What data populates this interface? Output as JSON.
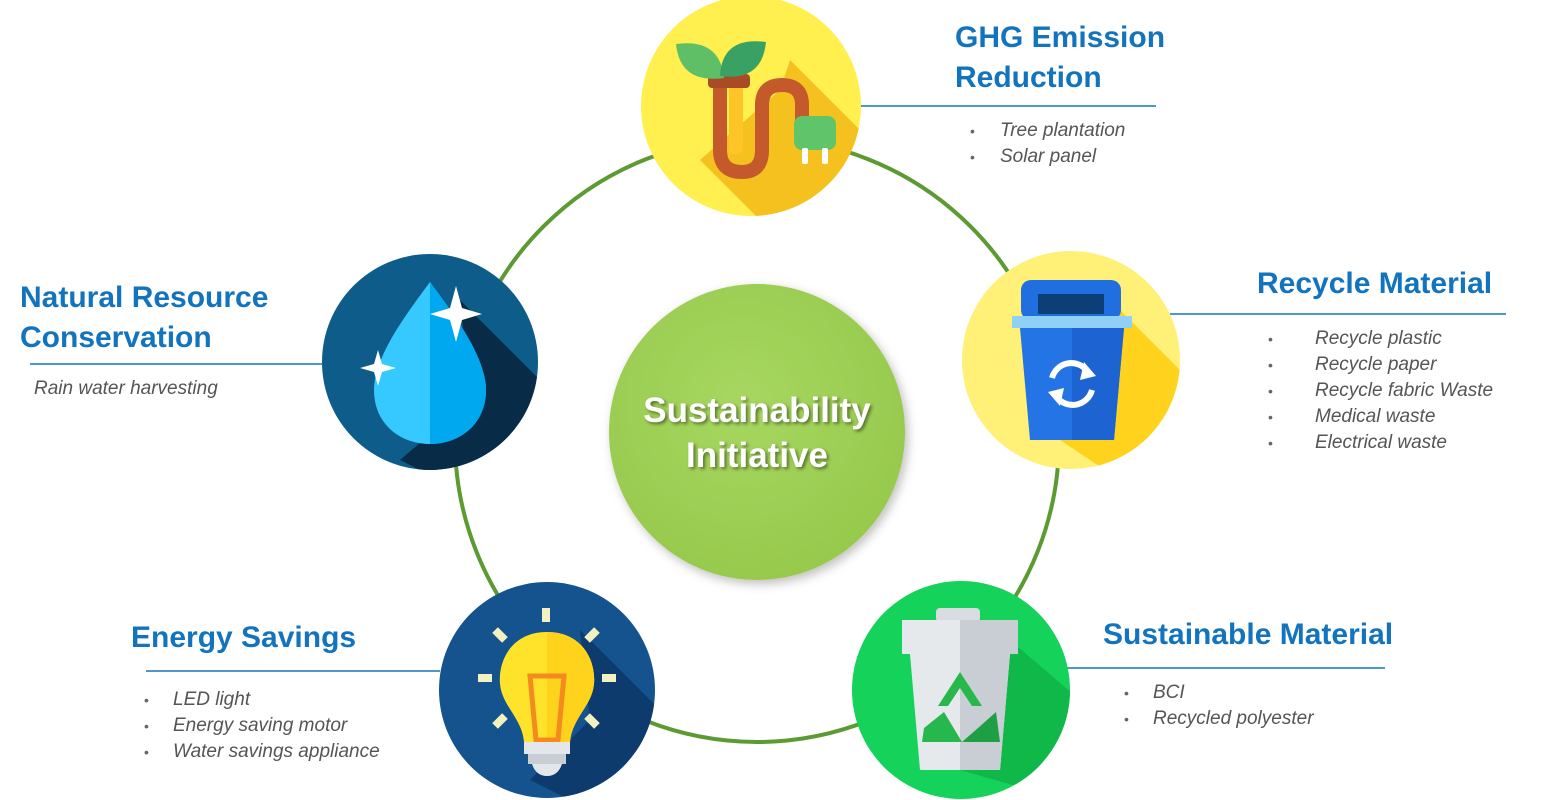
{
  "center": {
    "title_line1": "Sustainability",
    "title_line2": "Initiative"
  },
  "colors": {
    "accent_blue": "#1273be",
    "ring_green": "#5c9a32",
    "center_green": "#a3d45a",
    "text_gray": "#555555"
  },
  "nodes": {
    "ghg": {
      "title_line1": "GHG Emission",
      "title_line2": "Reduction",
      "items": [
        "Tree plantation",
        "Solar panel"
      ],
      "icon": "plant-plug-icon"
    },
    "recycle": {
      "title": "Recycle Material",
      "items": [
        "Recycle plastic",
        "Recycle paper",
        "Recycle fabric Waste",
        "Medical waste",
        "Electrical waste"
      ],
      "icon": "recycle-bin-icon"
    },
    "sustainable": {
      "title": "Sustainable Material",
      "items": [
        "BCI",
        "Recycled polyester"
      ],
      "icon": "recycle-trash-can-icon"
    },
    "energy": {
      "title": "Energy Savings",
      "items": [
        "LED light",
        "Energy saving motor",
        "Water savings appliance"
      ],
      "icon": "light-bulb-icon"
    },
    "natural": {
      "title_line1": "Natural Resource",
      "title_line2": "Conservation",
      "text": "Rain water harvesting",
      "icon": "water-drop-icon"
    }
  }
}
